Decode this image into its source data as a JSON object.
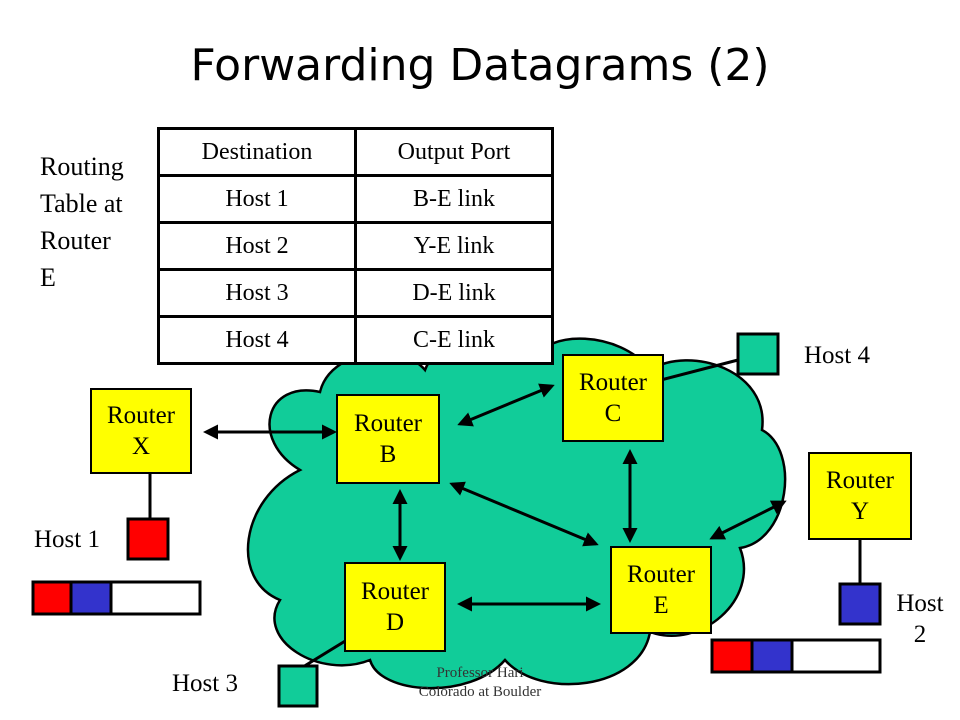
{
  "title": "Forwarding Datagrams (2)",
  "routing_label": [
    "Routing",
    "Table at",
    "Router",
    "E"
  ],
  "table": {
    "headers": [
      "Destination",
      "Output Port"
    ],
    "rows": [
      [
        "Host 1",
        "B-E link"
      ],
      [
        "Host 2",
        "Y-E link"
      ],
      [
        "Host 3",
        "D-E link"
      ],
      [
        "Host 4",
        "C-E link"
      ]
    ]
  },
  "routers": {
    "x": [
      "Router",
      "X"
    ],
    "b": [
      "Router",
      "B"
    ],
    "c": [
      "Router",
      "C"
    ],
    "d": [
      "Router",
      "D"
    ],
    "e": [
      "Router",
      "E"
    ],
    "y": [
      "Router",
      "Y"
    ]
  },
  "hosts": {
    "host1": "Host 1",
    "host2": [
      "Host",
      "2"
    ],
    "host3": "Host 3",
    "host4": "Host 4"
  },
  "footer": [
    "Professor Hari",
    "Colorado at Boulder"
  ],
  "colors": {
    "cloud": "#11cc99",
    "router": "#ffff00",
    "host1": "#ff0000",
    "host2": "#3333cc",
    "host3": "#11cc99",
    "host4": "#11cc99"
  }
}
